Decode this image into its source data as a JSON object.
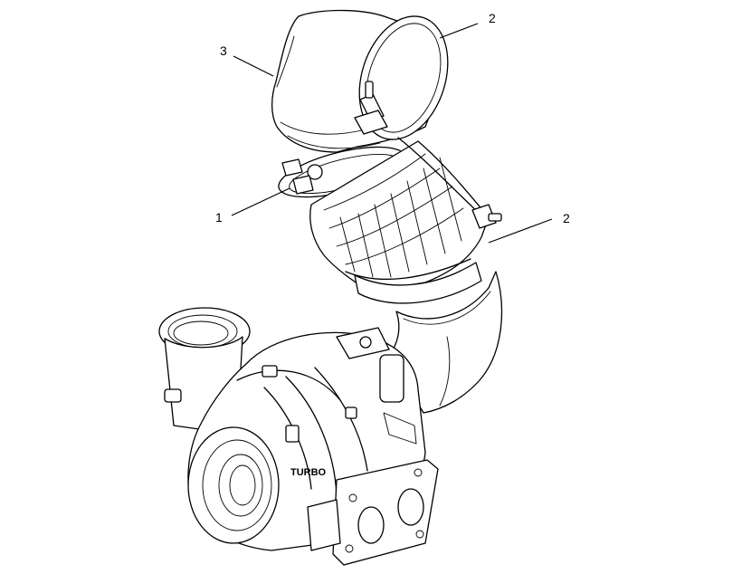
{
  "callouts": {
    "c1": "1",
    "c2_top": "2",
    "c2_right": "2",
    "c3": "3"
  },
  "turbo_label": "TURBO",
  "colors": {
    "line": "#000000",
    "background": "#ffffff"
  }
}
